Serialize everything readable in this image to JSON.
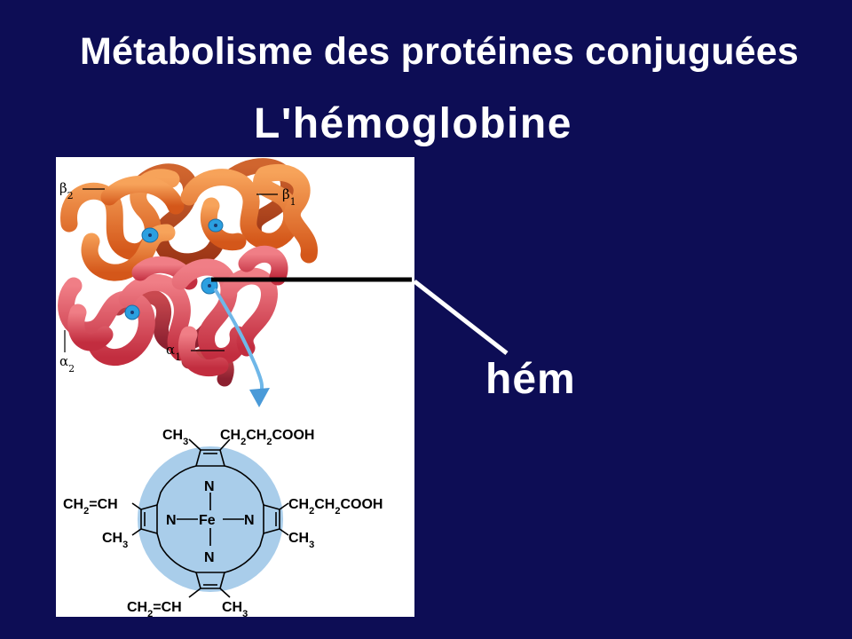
{
  "slide": {
    "title": "Métabolisme des protéines conjuguées",
    "subtitle": "L'hémoglobine",
    "pointer_label": "hém"
  },
  "protein": {
    "beta2": "β2",
    "beta1": "β1",
    "alpha2": "α2",
    "alpha1": "α1"
  },
  "heme": {
    "ch3_top": "CH3",
    "propionate_top": "CH2CH2COOH",
    "vinyl_left": "CH2=CH",
    "propionate_right": "CH2CH2COOH",
    "ch3_left": "CH3",
    "ch3_right": "CH3",
    "vinyl_bottom": "CH2=CH",
    "ch3_bottom": "CH3",
    "n_top": "N",
    "n_left": "N",
    "n_right": "N",
    "n_bottom": "N",
    "fe": "Fe"
  },
  "colors": {
    "background": "#0d0d55",
    "beta_subunit": "#ef7a22",
    "alpha_subunit": "#d8414f",
    "heme_group": "#2b9fe0",
    "porphyrin_disc": "#a9cdea"
  }
}
